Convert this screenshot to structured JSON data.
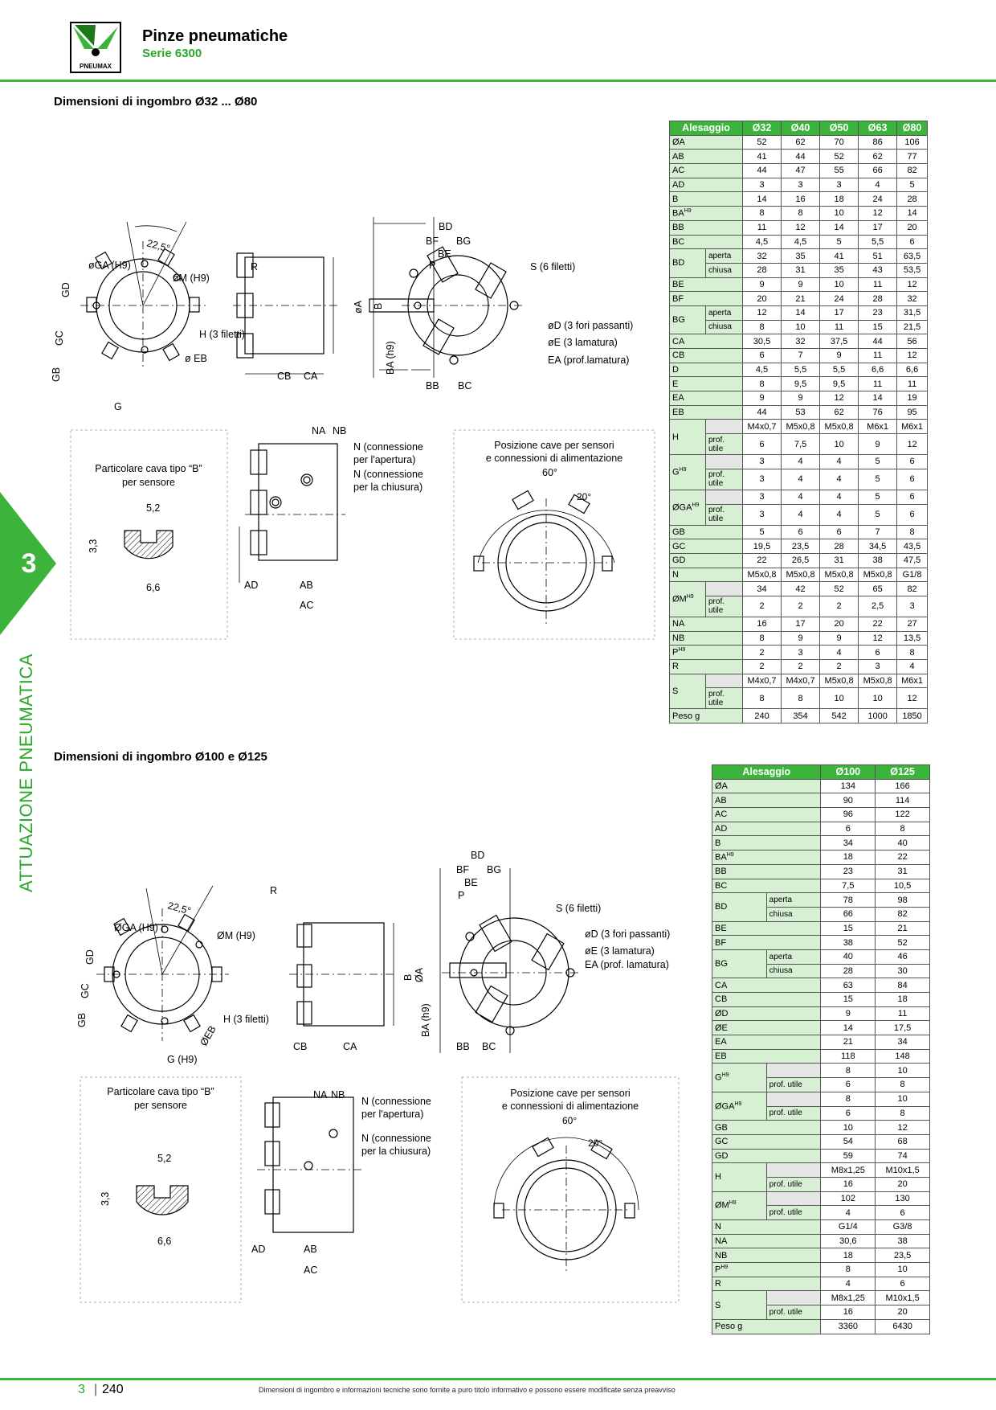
{
  "header": {
    "brand": "PNEUMAX",
    "title": "Pinze pneumatiche",
    "subtitle": "Serie 6300"
  },
  "colors": {
    "accent": "#3cb43c",
    "label_bg": "#d7f0d4"
  },
  "sidebar": {
    "chapter": "3",
    "label": "ATTUAZIONE PNEUMATICA"
  },
  "section1": {
    "title": "Dimensioni di ingombro Ø32 ... Ø80",
    "drawing_labels": {
      "angle": "22,5°",
      "ga": "øGA (H9)",
      "m": "øM (H9)",
      "gd": "GD",
      "gc": "GC",
      "gb": "GB",
      "g": "G",
      "h": "H (3 filetti)",
      "eb": "ø EB",
      "r": "R",
      "a": "øA",
      "cb": "CB",
      "ca": "CA",
      "bd": "BD",
      "bf": "BF",
      "bg": "BG",
      "be": "BE",
      "p": "P",
      "b": "B",
      "ba": "BA (h9)",
      "bb": "BB",
      "bc": "BC",
      "s": "S (6 filetti)",
      "d": "øD (3 fori passanti)",
      "e": "øE (3 lamatura)",
      "ea": "EA (prof.lamatura)",
      "na": "NA",
      "nb": "NB",
      "n_open_1": "N (connessione",
      "n_open_2": "per l'apertura)",
      "n_close_1": "N (connessione",
      "n_close_2": "per la chiusura)",
      "ad": "AD",
      "ab": "AB",
      "ac": "AC",
      "detail_1": "Particolare cava tipo “B”",
      "detail_2": "per sensore",
      "w1": "5,2",
      "h1": "3,3",
      "w2": "6,6",
      "pos_1": "Posizione cave per sensori",
      "pos_2": "e connessioni di alimentazione",
      "a60": "60°",
      "a20": "20°"
    }
  },
  "table1": {
    "headers": [
      "Alesaggio",
      "Ø32",
      "Ø40",
      "Ø50",
      "Ø63",
      "Ø80"
    ],
    "rows": [
      {
        "label": "ØA",
        "values": [
          "52",
          "62",
          "70",
          "86",
          "106"
        ]
      },
      {
        "label": "AB",
        "values": [
          "41",
          "44",
          "52",
          "62",
          "77"
        ]
      },
      {
        "label": "AC",
        "values": [
          "44",
          "47",
          "55",
          "66",
          "82"
        ]
      },
      {
        "label": "AD",
        "values": [
          "3",
          "3",
          "3",
          "4",
          "5"
        ]
      },
      {
        "label": "B",
        "values": [
          "14",
          "16",
          "18",
          "24",
          "28"
        ]
      },
      {
        "label": "BA",
        "sup": "H9",
        "values": [
          "8",
          "8",
          "10",
          "12",
          "14"
        ]
      },
      {
        "label": "BB",
        "values": [
          "11",
          "12",
          "14",
          "17",
          "20"
        ]
      },
      {
        "label": "BC",
        "values": [
          "4,5",
          "4,5",
          "5",
          "5,5",
          "6"
        ]
      },
      {
        "label": "BD",
        "subs": [
          {
            "sub": "aperta",
            "values": [
              "32",
              "35",
              "41",
              "51",
              "63,5"
            ]
          },
          {
            "sub": "chiusa",
            "values": [
              "28",
              "31",
              "35",
              "43",
              "53,5"
            ]
          }
        ]
      },
      {
        "label": "BE",
        "values": [
          "9",
          "9",
          "10",
          "11",
          "12"
        ]
      },
      {
        "label": "BF",
        "values": [
          "20",
          "21",
          "24",
          "28",
          "32"
        ]
      },
      {
        "label": "BG",
        "subs": [
          {
            "sub": "aperta",
            "values": [
              "12",
              "14",
              "17",
              "23",
              "31,5"
            ]
          },
          {
            "sub": "chiusa",
            "values": [
              "8",
              "10",
              "11",
              "15",
              "21,5"
            ]
          }
        ]
      },
      {
        "label": "CA",
        "values": [
          "30,5",
          "32",
          "37,5",
          "44",
          "56"
        ]
      },
      {
        "label": "CB",
        "values": [
          "6",
          "7",
          "9",
          "11",
          "12"
        ]
      },
      {
        "label": "D",
        "values": [
          "4,5",
          "5,5",
          "5,5",
          "6,6",
          "6,6"
        ]
      },
      {
        "label": "E",
        "values": [
          "8",
          "9,5",
          "9,5",
          "11",
          "11"
        ]
      },
      {
        "label": "EA",
        "values": [
          "9",
          "9",
          "12",
          "14",
          "19"
        ]
      },
      {
        "label": "EB",
        "values": [
          "44",
          "53",
          "62",
          "76",
          "95"
        ]
      },
      {
        "label": "H",
        "subs": [
          {
            "sub": "",
            "values": [
              "M4x0,7",
              "M5x0,8",
              "M5x0,8",
              "M6x1",
              "M6x1"
            ]
          },
          {
            "sub": "prof. utile",
            "tall": true,
            "values": [
              "6",
              "7,5",
              "10",
              "9",
              "12"
            ]
          }
        ]
      },
      {
        "label": "G",
        "sup": "H9",
        "subs": [
          {
            "sub": "",
            "values": [
              "3",
              "4",
              "4",
              "5",
              "6"
            ]
          },
          {
            "sub": "prof. utile",
            "tall": true,
            "values": [
              "3",
              "4",
              "4",
              "5",
              "6"
            ]
          }
        ]
      },
      {
        "label": "ØGA",
        "sup": "H9",
        "subs": [
          {
            "sub": "",
            "values": [
              "3",
              "4",
              "4",
              "5",
              "6"
            ]
          },
          {
            "sub": "prof. utile",
            "tall": true,
            "values": [
              "3",
              "4",
              "4",
              "5",
              "6"
            ]
          }
        ]
      },
      {
        "label": "GB",
        "values": [
          "5",
          "6",
          "6",
          "7",
          "8"
        ]
      },
      {
        "label": "GC",
        "values": [
          "19,5",
          "23,5",
          "28",
          "34,5",
          "43,5"
        ]
      },
      {
        "label": "GD",
        "values": [
          "22",
          "26,5",
          "31",
          "38",
          "47,5"
        ]
      },
      {
        "label": "N",
        "values": [
          "M5x0,8",
          "M5x0,8",
          "M5x0,8",
          "M5x0,8",
          "G1/8"
        ]
      },
      {
        "label": "ØM",
        "sup": "H9",
        "subs": [
          {
            "sub": "",
            "values": [
              "34",
              "42",
              "52",
              "65",
              "82"
            ]
          },
          {
            "sub": "prof. utile",
            "tall": true,
            "values": [
              "2",
              "2",
              "2",
              "2,5",
              "3"
            ]
          }
        ]
      },
      {
        "label": "NA",
        "values": [
          "16",
          "17",
          "20",
          "22",
          "27"
        ]
      },
      {
        "label": "NB",
        "values": [
          "8",
          "9",
          "9",
          "12",
          "13,5"
        ]
      },
      {
        "label": "P",
        "sup": "H9",
        "values": [
          "2",
          "3",
          "4",
          "6",
          "8"
        ]
      },
      {
        "label": "R",
        "values": [
          "2",
          "2",
          "2",
          "3",
          "4"
        ]
      },
      {
        "label": "S",
        "subs": [
          {
            "sub": "",
            "values": [
              "M4x0,7",
              "M4x0,7",
              "M5x0,8",
              "M5x0,8",
              "M6x1"
            ]
          },
          {
            "sub": "prof. utile",
            "tall": true,
            "values": [
              "8",
              "8",
              "10",
              "10",
              "12"
            ]
          }
        ]
      },
      {
        "label": "Peso g",
        "values": [
          "240",
          "354",
          "542",
          "1000",
          "1850"
        ]
      }
    ]
  },
  "section2": {
    "title": "Dimensioni di ingombro Ø100 e Ø125",
    "drawing_labels": {
      "angle": "22,5°",
      "ga": "ØGA (H9)",
      "m": "ØM (H9)",
      "gd": "GD",
      "gc": "GC",
      "gb": "GB",
      "g": "G (H9)",
      "h": "H (3 filetti)",
      "eb": "ØEB",
      "r": "R",
      "a": "ØA",
      "cb": "CB",
      "ca": "CA",
      "bd": "BD",
      "bf": "BF",
      "bg": "BG",
      "be": "BE",
      "p": "P",
      "b": "B",
      "ba": "BA (h9)",
      "bb": "BB",
      "bc": "BC",
      "s": "S (6 filetti)",
      "d": "øD (3 fori passanti)",
      "e": "øE (3 lamatura)",
      "ea": "EA (prof. lamatura)",
      "na": "NA",
      "nb": "NB",
      "n_open_1": "N (connessione",
      "n_open_2": "per l'apertura)",
      "n_close_1": "N (connessione",
      "n_close_2": "per la chiusura)",
      "ad": "AD",
      "ab": "AB",
      "ac": "AC",
      "detail_1": "Particolare cava tipo “B”",
      "detail_2": "per sensore",
      "w1": "5,2",
      "h1": "3,3",
      "w2": "6,6",
      "pos_1": "Posizione cave per sensori",
      "pos_2": "e connessioni di alimentazione",
      "a60": "60°",
      "a20": "20°"
    }
  },
  "table2": {
    "headers": [
      "Alesaggio",
      "Ø100",
      "Ø125"
    ],
    "rows": [
      {
        "label": "ØA",
        "values": [
          "134",
          "166"
        ]
      },
      {
        "label": "AB",
        "values": [
          "90",
          "114"
        ]
      },
      {
        "label": "AC",
        "values": [
          "96",
          "122"
        ]
      },
      {
        "label": "AD",
        "values": [
          "6",
          "8"
        ]
      },
      {
        "label": "B",
        "values": [
          "34",
          "40"
        ]
      },
      {
        "label": "BA",
        "sup": "H9",
        "values": [
          "18",
          "22"
        ]
      },
      {
        "label": "BB",
        "values": [
          "23",
          "31"
        ]
      },
      {
        "label": "BC",
        "values": [
          "7,5",
          "10,5"
        ]
      },
      {
        "label": "BD",
        "subs": [
          {
            "sub": "aperta",
            "values": [
              "78",
              "98"
            ]
          },
          {
            "sub": "chiusa",
            "values": [
              "66",
              "82"
            ]
          }
        ]
      },
      {
        "label": "BE",
        "values": [
          "15",
          "21"
        ]
      },
      {
        "label": "BF",
        "values": [
          "38",
          "52"
        ]
      },
      {
        "label": "BG",
        "subs": [
          {
            "sub": "aperta",
            "values": [
              "40",
              "46"
            ]
          },
          {
            "sub": "chiusa",
            "values": [
              "28",
              "30"
            ]
          }
        ]
      },
      {
        "label": "CA",
        "values": [
          "63",
          "84"
        ]
      },
      {
        "label": "CB",
        "values": [
          "15",
          "18"
        ]
      },
      {
        "label": "ØD",
        "values": [
          "9",
          "11"
        ]
      },
      {
        "label": "ØE",
        "values": [
          "14",
          "17,5"
        ]
      },
      {
        "label": "EA",
        "values": [
          "21",
          "34"
        ]
      },
      {
        "label": "EB",
        "values": [
          "118",
          "148"
        ]
      },
      {
        "label": "G",
        "sup": "H9",
        "subs": [
          {
            "sub": "",
            "values": [
              "8",
              "10"
            ]
          },
          {
            "sub": "prof. utile",
            "values": [
              "6",
              "8"
            ]
          }
        ]
      },
      {
        "label": "ØGA",
        "sup": "H9",
        "subs": [
          {
            "sub": "",
            "values": [
              "8",
              "10"
            ]
          },
          {
            "sub": "prof. utile",
            "values": [
              "6",
              "8"
            ]
          }
        ]
      },
      {
        "label": "GB",
        "values": [
          "10",
          "12"
        ]
      },
      {
        "label": "GC",
        "values": [
          "54",
          "68"
        ]
      },
      {
        "label": "GD",
        "values": [
          "59",
          "74"
        ]
      },
      {
        "label": "H",
        "subs": [
          {
            "sub": "",
            "values": [
              "M8x1,25",
              "M10x1,5"
            ]
          },
          {
            "sub": "prof. utile",
            "values": [
              "16",
              "20"
            ]
          }
        ]
      },
      {
        "label": "ØM",
        "sup": "H9",
        "subs": [
          {
            "sub": "",
            "values": [
              "102",
              "130"
            ]
          },
          {
            "sub": "prof. utile",
            "values": [
              "4",
              "6"
            ]
          }
        ]
      },
      {
        "label": "N",
        "values": [
          "G1/4",
          "G3/8"
        ]
      },
      {
        "label": "NA",
        "values": [
          "30,6",
          "38"
        ]
      },
      {
        "label": "NB",
        "values": [
          "18",
          "23,5"
        ]
      },
      {
        "label": "P",
        "sup": "H9",
        "values": [
          "8",
          "10"
        ]
      },
      {
        "label": "R",
        "values": [
          "4",
          "6"
        ]
      },
      {
        "label": "S",
        "subs": [
          {
            "sub": "",
            "values": [
              "M8x1,25",
              "M10x1,5"
            ]
          },
          {
            "sub": "prof. utile",
            "values": [
              "16",
              "20"
            ]
          }
        ]
      },
      {
        "label": "Peso g",
        "values": [
          "3360",
          "6430"
        ]
      }
    ]
  },
  "footer": {
    "chapter": "3",
    "page": "240",
    "note": "Dimensioni di ingombro e informazioni tecniche sono fornite a puro titolo informativo e possono essere modificate senza preavviso"
  }
}
